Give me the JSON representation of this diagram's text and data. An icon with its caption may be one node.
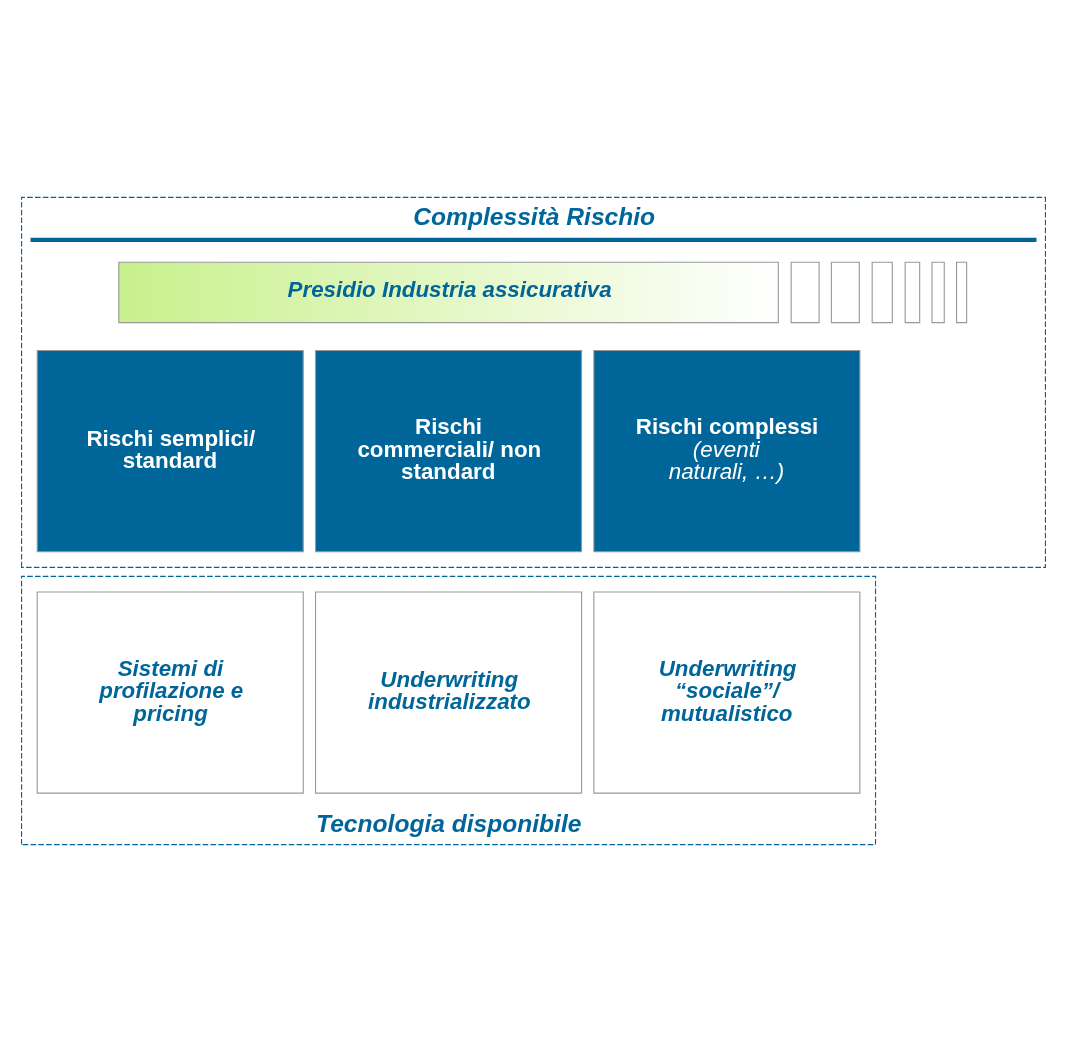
{
  "diagram": {
    "nodes": [
      {
        "text": [
          "Complessità Rischio"
        ]
      },
      {
        "text": [
          "Presidio Industria assicurativa"
        ],
        "in": 0
      },
      {
        "text": [],
        "shape": "box",
        "in": 0
      },
      {
        "text": [],
        "shape": "box",
        "in": 0
      },
      {
        "text": [],
        "shape": "box",
        "in": 0
      },
      {
        "text": [],
        "shape": "box",
        "in": 0
      },
      {
        "text": [],
        "shape": "box",
        "in": 0
      },
      {
        "text": [],
        "shape": "box",
        "in": 0
      },
      {
        "text": [
          "Rischi semplici/ standard"
        ],
        "in": 0
      },
      {
        "text": [
          "Rischi commerciali/ non standard"
        ],
        "in": 0
      },
      {
        "text": [
          "Rischi complessi",
          "(eventi naturali, …)"
        ],
        "in": 0
      },
      {
        "text": [
          "Tecnologia disponibile"
        ]
      },
      {
        "text": [
          "Sistemi di profilazione e pricing"
        ],
        "in": 11
      },
      {
        "text": [
          "Underwriting industrializzato"
        ],
        "in": 11
      },
      {
        "text": [
          "Underwriting “sociale”/ mutualistico"
        ],
        "in": 11
      }
    ]
  }
}
